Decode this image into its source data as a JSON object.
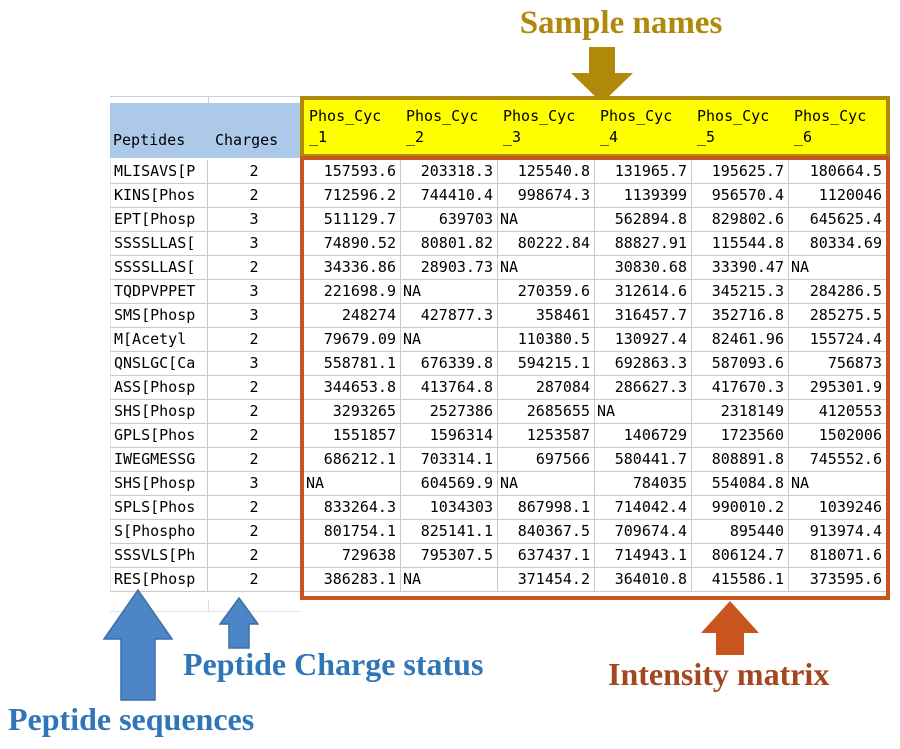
{
  "annotations": {
    "sample_names": "Sample names",
    "peptide_sequences": "Peptide sequences",
    "peptide_charge_status": "Peptide Charge status",
    "intensity_matrix": "Intensity matrix"
  },
  "colors": {
    "gold": "#B0890B",
    "header_fill_blue": "#ADC9E9",
    "header_fill_yellow": "#FFFF00",
    "matrix_border_orange": "#C8551E",
    "intensity_text_orange": "#A34720",
    "annotation_blue_text": "#2F76B8",
    "annotation_blue_arrow": "#4C86C6"
  },
  "table": {
    "peptides_header": "Peptides",
    "charges_header": "Charges",
    "sample_columns": [
      {
        "name": "Phos_Cyc_1",
        "line1": "Phos_Cyc",
        "line2": "_1"
      },
      {
        "name": "Phos_Cyc_2",
        "line1": "Phos_Cyc",
        "line2": "_2"
      },
      {
        "name": "Phos_Cyc_3",
        "line1": "Phos_Cyc",
        "line2": "_3"
      },
      {
        "name": "Phos_Cyc_4",
        "line1": "Phos_Cyc",
        "line2": "_4"
      },
      {
        "name": "Phos_Cyc_5",
        "line1": "Phos_Cyc",
        "line2": "_5"
      },
      {
        "name": "Phos_Cyc_6",
        "line1": "Phos_Cyc",
        "line2": "_6"
      }
    ],
    "rows": [
      {
        "peptide": "MLISAVS[P",
        "charge": "2",
        "values": [
          "157593.6",
          "203318.3",
          "125540.8",
          "131965.7",
          "195625.7",
          "180664.5"
        ]
      },
      {
        "peptide": "KINS[Phos",
        "charge": "2",
        "values": [
          "712596.2",
          "744410.4",
          "998674.3",
          "1139399",
          "956570.4",
          "1120046"
        ]
      },
      {
        "peptide": "EPT[Phosp",
        "charge": "3",
        "values": [
          "511129.7",
          "639703",
          "NA",
          "562894.8",
          "829802.6",
          "645625.4"
        ]
      },
      {
        "peptide": "SSSSLLAS[",
        "charge": "3",
        "values": [
          "74890.52",
          "80801.82",
          "80222.84",
          "88827.91",
          "115544.8",
          "80334.69"
        ]
      },
      {
        "peptide": "SSSSLLAS[",
        "charge": "2",
        "values": [
          "34336.86",
          "28903.73",
          "NA",
          "30830.68",
          "33390.47",
          "NA"
        ]
      },
      {
        "peptide": "TQDPVPPET",
        "charge": "3",
        "values": [
          "221698.9",
          "NA",
          "270359.6",
          "312614.6",
          "345215.3",
          "284286.5"
        ]
      },
      {
        "peptide": "SMS[Phosp",
        "charge": "3",
        "values": [
          "248274",
          "427877.3",
          "358461",
          "316457.7",
          "352716.8",
          "285275.5"
        ]
      },
      {
        "peptide": "M[Acetyl",
        "charge": "2",
        "values": [
          "79679.09",
          "NA",
          "110380.5",
          "130927.4",
          "82461.96",
          "155724.4"
        ]
      },
      {
        "peptide": "QNSLGC[Ca",
        "charge": "3",
        "values": [
          "558781.1",
          "676339.8",
          "594215.1",
          "692863.3",
          "587093.6",
          "756873"
        ]
      },
      {
        "peptide": "ASS[Phosp",
        "charge": "2",
        "values": [
          "344653.8",
          "413764.8",
          "287084",
          "286627.3",
          "417670.3",
          "295301.9"
        ]
      },
      {
        "peptide": "SHS[Phosp",
        "charge": "2",
        "values": [
          "3293265",
          "2527386",
          "2685655",
          "NA",
          "2318149",
          "4120553"
        ]
      },
      {
        "peptide": "GPLS[Phos",
        "charge": "2",
        "values": [
          "1551857",
          "1596314",
          "1253587",
          "1406729",
          "1723560",
          "1502006"
        ]
      },
      {
        "peptide": "IWEGMESSG",
        "charge": "2",
        "values": [
          "686212.1",
          "703314.1",
          "697566",
          "580441.7",
          "808891.8",
          "745552.6"
        ]
      },
      {
        "peptide": "SHS[Phosp",
        "charge": "3",
        "values": [
          "NA",
          "604569.9",
          "NA",
          "784035",
          "554084.8",
          "NA"
        ]
      },
      {
        "peptide": "SPLS[Phos",
        "charge": "2",
        "values": [
          "833264.3",
          "1034303",
          "867998.1",
          "714042.4",
          "990010.2",
          "1039246"
        ]
      },
      {
        "peptide": "S[Phospho",
        "charge": "2",
        "values": [
          "801754.1",
          "825141.1",
          "840367.5",
          "709674.4",
          "895440",
          "913974.4"
        ]
      },
      {
        "peptide": "SSSVLS[Ph",
        "charge": "2",
        "values": [
          "729638",
          "795307.5",
          "637437.1",
          "714943.1",
          "806124.7",
          "818071.6"
        ]
      },
      {
        "peptide": "RES[Phosp",
        "charge": "2",
        "values": [
          "386283.1",
          "NA",
          "371454.2",
          "364010.8",
          "415586.1",
          "373595.6"
        ]
      }
    ]
  }
}
